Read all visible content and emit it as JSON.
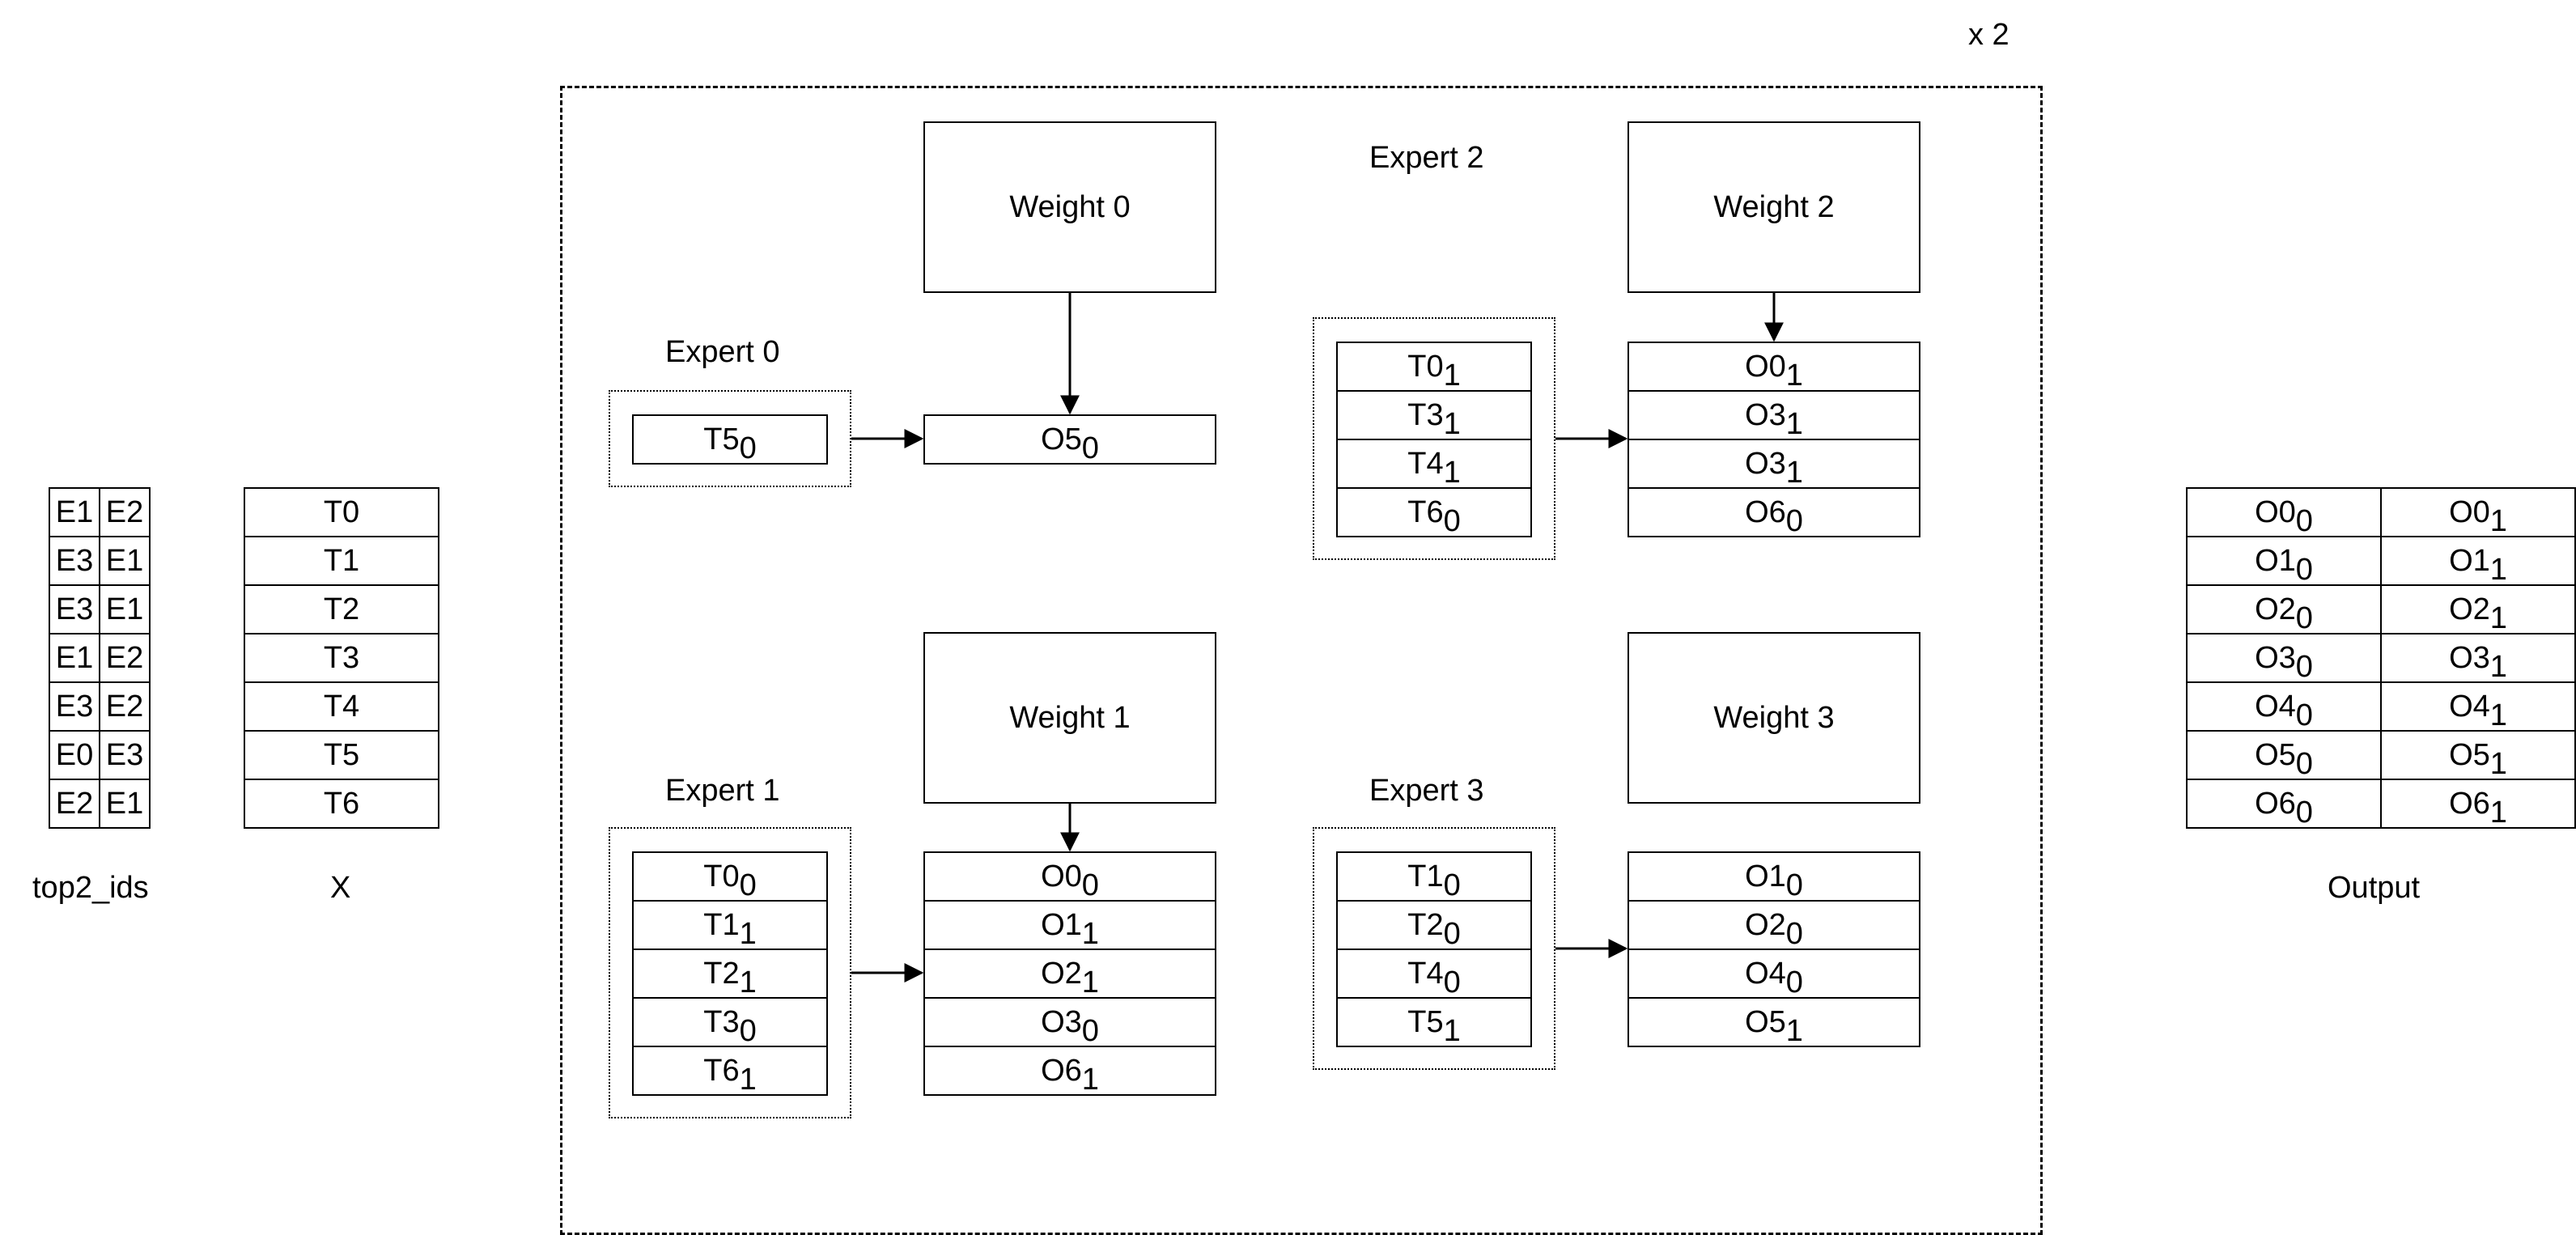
{
  "repeat_label": "x 2",
  "top2_ids": {
    "label": "top2_ids",
    "rows": [
      [
        "E1",
        "E2"
      ],
      [
        "E3",
        "E1"
      ],
      [
        "E3",
        "E1"
      ],
      [
        "E1",
        "E2"
      ],
      [
        "E3",
        "E2"
      ],
      [
        "E0",
        "E3"
      ],
      [
        "E2",
        "E1"
      ]
    ]
  },
  "x": {
    "label": "X",
    "rows": [
      "T0",
      "T1",
      "T2",
      "T3",
      "T4",
      "T5",
      "T6"
    ]
  },
  "experts": [
    {
      "label": "Expert 0",
      "weight": "Weight 0",
      "tokens": [
        {
          "t": "T5",
          "s": "0"
        }
      ],
      "outputs": [
        {
          "t": "O5",
          "s": "0"
        }
      ]
    },
    {
      "label": "Expert 1",
      "weight": "Weight 1",
      "tokens": [
        {
          "t": "T0",
          "s": "0"
        },
        {
          "t": "T1",
          "s": "1"
        },
        {
          "t": "T2",
          "s": "1"
        },
        {
          "t": "T3",
          "s": "0"
        },
        {
          "t": "T6",
          "s": "1"
        }
      ],
      "outputs": [
        {
          "t": "O0",
          "s": "0"
        },
        {
          "t": "O1",
          "s": "1"
        },
        {
          "t": "O2",
          "s": "1"
        },
        {
          "t": "O3",
          "s": "0"
        },
        {
          "t": "O6",
          "s": "1"
        }
      ]
    },
    {
      "label": "Expert 2",
      "weight": "Weight 2",
      "tokens": [
        {
          "t": "T0",
          "s": "1"
        },
        {
          "t": "T3",
          "s": "1"
        },
        {
          "t": "T4",
          "s": "1"
        },
        {
          "t": "T6",
          "s": "0"
        }
      ],
      "outputs": [
        {
          "t": "O0",
          "s": "1"
        },
        {
          "t": "O3",
          "s": "1"
        },
        {
          "t": "O3",
          "s": "1"
        },
        {
          "t": "O6",
          "s": "0"
        }
      ]
    },
    {
      "label": "Expert 3",
      "weight": "Weight 3",
      "tokens": [
        {
          "t": "T1",
          "s": "0"
        },
        {
          "t": "T2",
          "s": "0"
        },
        {
          "t": "T4",
          "s": "0"
        },
        {
          "t": "T5",
          "s": "1"
        }
      ],
      "outputs": [
        {
          "t": "O1",
          "s": "0"
        },
        {
          "t": "O2",
          "s": "0"
        },
        {
          "t": "O4",
          "s": "0"
        },
        {
          "t": "O5",
          "s": "1"
        }
      ]
    }
  ],
  "output": {
    "label": "Output",
    "rows": [
      [
        {
          "t": "O0",
          "s": "0"
        },
        {
          "t": "O0",
          "s": "1"
        }
      ],
      [
        {
          "t": "O1",
          "s": "0"
        },
        {
          "t": "O1",
          "s": "1"
        }
      ],
      [
        {
          "t": "O2",
          "s": "0"
        },
        {
          "t": "O2",
          "s": "1"
        }
      ],
      [
        {
          "t": "O3",
          "s": "0"
        },
        {
          "t": "O3",
          "s": "1"
        }
      ],
      [
        {
          "t": "O4",
          "s": "0"
        },
        {
          "t": "O4",
          "s": "1"
        }
      ],
      [
        {
          "t": "O5",
          "s": "0"
        },
        {
          "t": "O5",
          "s": "1"
        }
      ],
      [
        {
          "t": "O6",
          "s": "0"
        },
        {
          "t": "O6",
          "s": "1"
        }
      ]
    ]
  }
}
